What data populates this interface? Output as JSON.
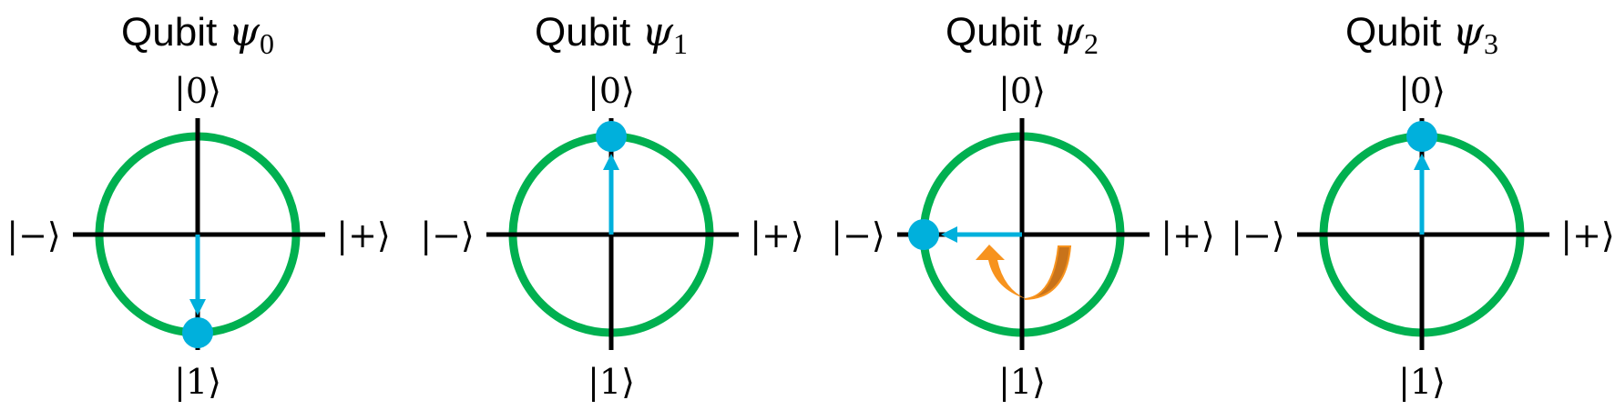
{
  "colors": {
    "circle": "#00b050",
    "state": "#00b0dc",
    "axis": "#000000",
    "rotation_front": "#f7931e",
    "rotation_back": "#c8731a"
  },
  "kets": {
    "zero": "|0⟩",
    "one": "|1⟩",
    "minus": "|−⟩",
    "plus": "|+⟩"
  },
  "panels": [
    {
      "title": "Qubit ",
      "symbol": "ψ",
      "subscript": "0",
      "state_angle_deg": 270,
      "rotation_indicator": false
    },
    {
      "title": "Qubit ",
      "symbol": "ψ",
      "subscript": "1",
      "state_angle_deg": 90,
      "rotation_indicator": false
    },
    {
      "title": "Qubit ",
      "symbol": "ψ",
      "subscript": "2",
      "state_angle_deg": 180,
      "rotation_indicator": true
    },
    {
      "title": "Qubit ",
      "symbol": "ψ",
      "subscript": "3",
      "state_angle_deg": 90,
      "rotation_indicator": false
    }
  ]
}
